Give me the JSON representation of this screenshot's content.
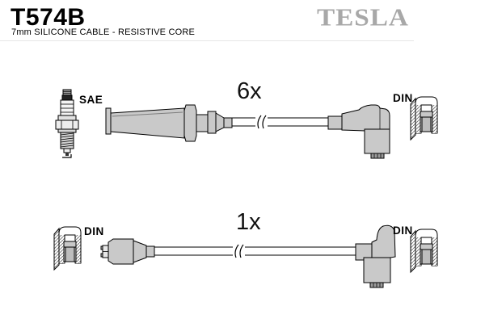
{
  "header": {
    "part_number": "T574B",
    "subtitle": "7mm SILICONE CABLE - RESISTIVE CORE",
    "brand": "TESLA"
  },
  "diagram": {
    "row1": {
      "quantity_label": "6x",
      "left_connector_label": "SAE",
      "right_connector_label": "DIN",
      "left_icon": "spark-plug-icon",
      "right_icon": "din-connector-icon"
    },
    "row2": {
      "quantity_label": "1x",
      "left_connector_label": "DIN",
      "right_connector_label": "DIN",
      "left_icon": "din-connector-icon",
      "right_icon": "din-connector-icon"
    }
  },
  "colors": {
    "boot_gray": "#c9c9c9",
    "brand_gray": "#a8a8a8",
    "outline": "#000000",
    "background": "#ffffff"
  }
}
